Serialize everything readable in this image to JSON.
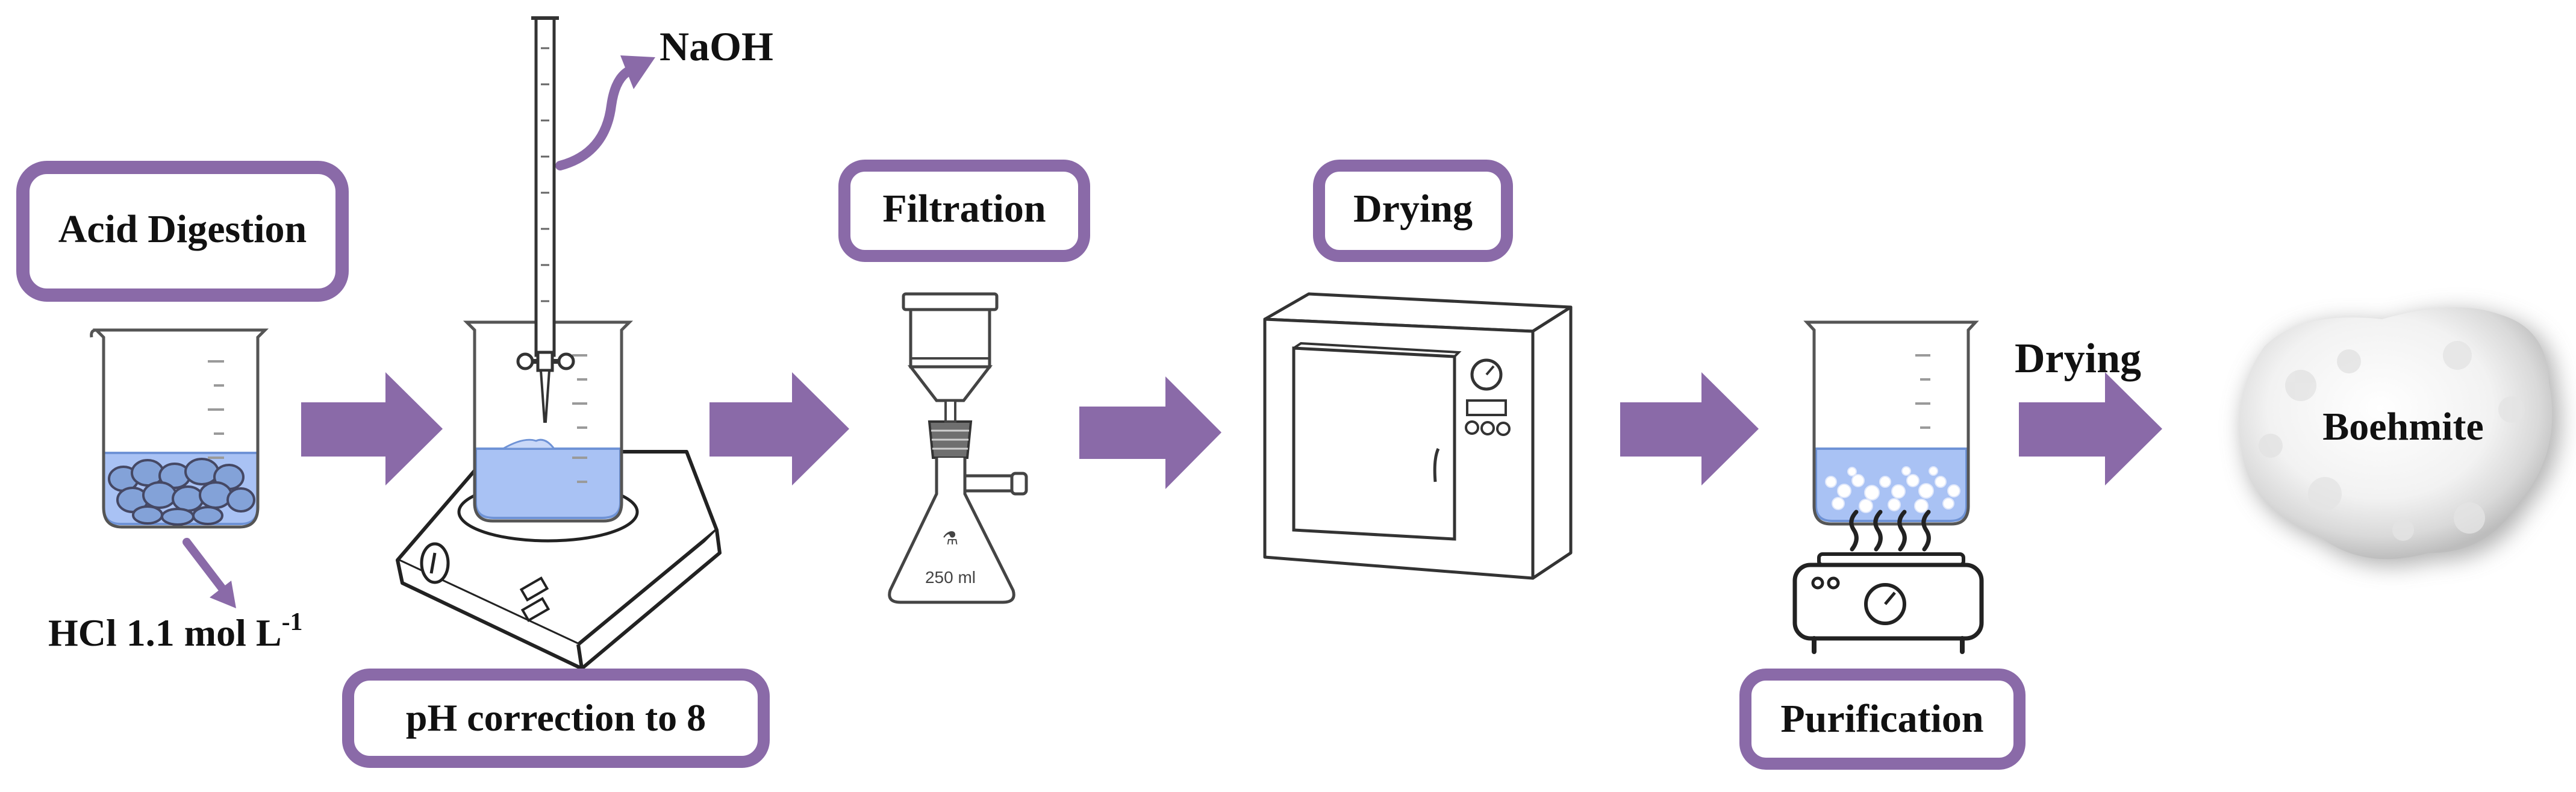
{
  "colors": {
    "accent": "#8a6aa8",
    "accent_dark": "#7a5c9a",
    "liquid": "#a9c2f4",
    "liquid_edge": "#6f93d6",
    "line": "#4a4a4a",
    "text": "#111111"
  },
  "steps": {
    "acid_digestion": "Acid Digestion",
    "ph_correction": "pH correction to 8",
    "filtration": "Filtration",
    "drying_oven": "Drying",
    "purification": "Purification",
    "drying_final": "Drying"
  },
  "annotations": {
    "hcl_main": "HCl 1.1 mol L",
    "hcl_sup": "-1",
    "naoh": "NaOH",
    "flask_volume": "250 ml"
  },
  "product": {
    "label": "Boehmite"
  },
  "icons": {
    "beaker": "beaker-icon",
    "stirrer": "hotplate-stirrer-icon",
    "burette": "burette-icon",
    "filter_flask": "filter-flask-icon",
    "oven": "drying-oven-icon",
    "heater": "heater-icon",
    "arrow": "process-arrow-icon"
  }
}
